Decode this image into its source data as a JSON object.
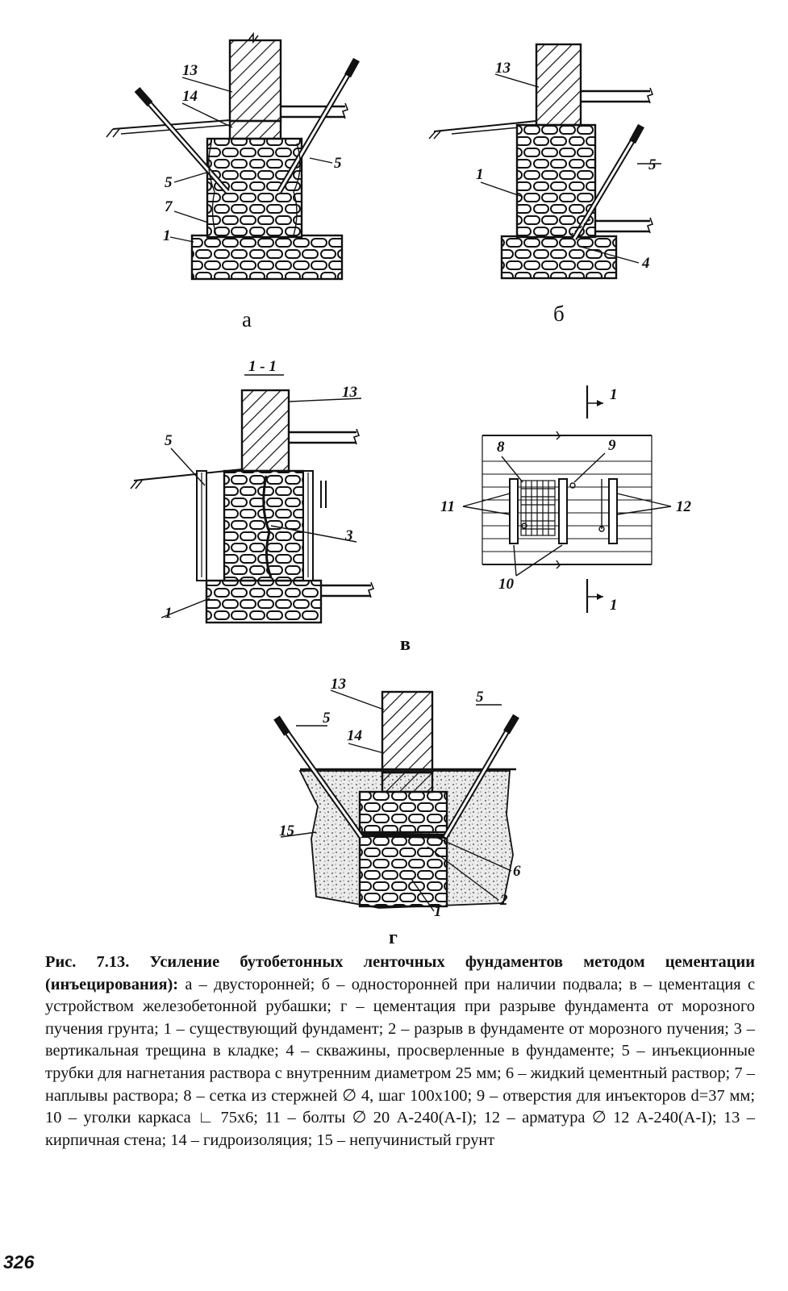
{
  "figure": {
    "panel_labels": {
      "a": "а",
      "b": "б",
      "v": "в",
      "g": "г"
    },
    "section_label": "1 - 1",
    "section_mark": "1",
    "callouts": {
      "a_13": "13",
      "a_14": "14",
      "a_5l": "5",
      "a_5r": "5",
      "a_7": "7",
      "a_1": "1",
      "b_13": "13",
      "b_1": "1",
      "b_5": "5",
      "b_4": "4",
      "v_13": "13",
      "v_5": "5",
      "v_3": "3",
      "v_1": "1",
      "p_8": "8",
      "p_9": "9",
      "p_11": "11",
      "p_12": "12",
      "p_10": "10",
      "g_13": "13",
      "g_5l": "5",
      "g_5r": "5",
      "g_14": "14",
      "g_15": "15",
      "g_6": "6",
      "g_2": "2",
      "g_1": "1"
    }
  },
  "caption": {
    "title": "Рис. 7.13. Усиление бутобетонных ленточных фундаментов методом цементации (инъецирования):",
    "body": " а – двусторонней; б – односторонней при наличии подвала; в – цементация с устройством железобетонной рубашки; г – цементация при разрыве фундамента от морозного пучения грунта; 1 – существующий фундамент; 2 – разрыв в фундаменте от морозного пучения; 3 – вертикальная трещина в кладке; 4 – скважины, просверленные в фундаменте; 5 – инъекционные трубки для нагнетания раствора с внутренним диаметром 25 мм; 6 – жидкий цементный раствор; 7 – наплывы раствора; 8 – сетка из стержней ∅ 4, шаг 100х100; 9 – отверстия для инъекторов d=37 мм; 10 – уголки каркаса ∟ 75х6; 11 – болты ∅ 20 А-240(А-I); 12 – арматура ∅ 12 А-240(А-I); 13 – кирпичная стена; 14 – гидроизоляция; 15 – непучинистый грунт"
  },
  "page_number": "326"
}
